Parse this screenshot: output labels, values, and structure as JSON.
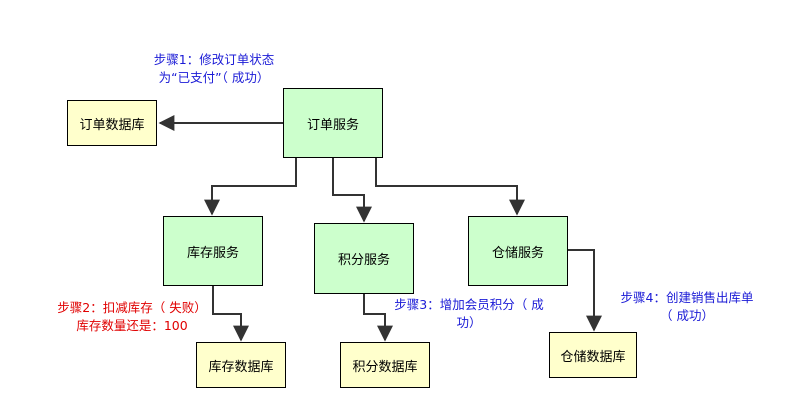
{
  "nodes": {
    "order_service": "订单服务",
    "order_db": "订单数据库",
    "inventory_service": "库存服务",
    "points_service": "积分服务",
    "warehouse_service": "仓储服务",
    "inventory_db": "库存数据库",
    "points_db": "积分数据库",
    "warehouse_db": "仓储数据库"
  },
  "notes": {
    "step1": [
      "步骤1：修改订单状态",
      "为“已支付”（ 成功）"
    ],
    "step2": [
      "步骤2：扣减库存（ 失败）",
      "库存数量还是：100"
    ],
    "step3": [
      "步骤3：增加会员积分（ 成",
      "功）"
    ],
    "step4": [
      "步骤4：创建销售出库单",
      "（ 成功）"
    ]
  },
  "colors": {
    "service_fill": "#ccffcc",
    "db_fill": "#ffffcc",
    "success_text": "#1a1ad6",
    "failure_text": "#e00000"
  }
}
